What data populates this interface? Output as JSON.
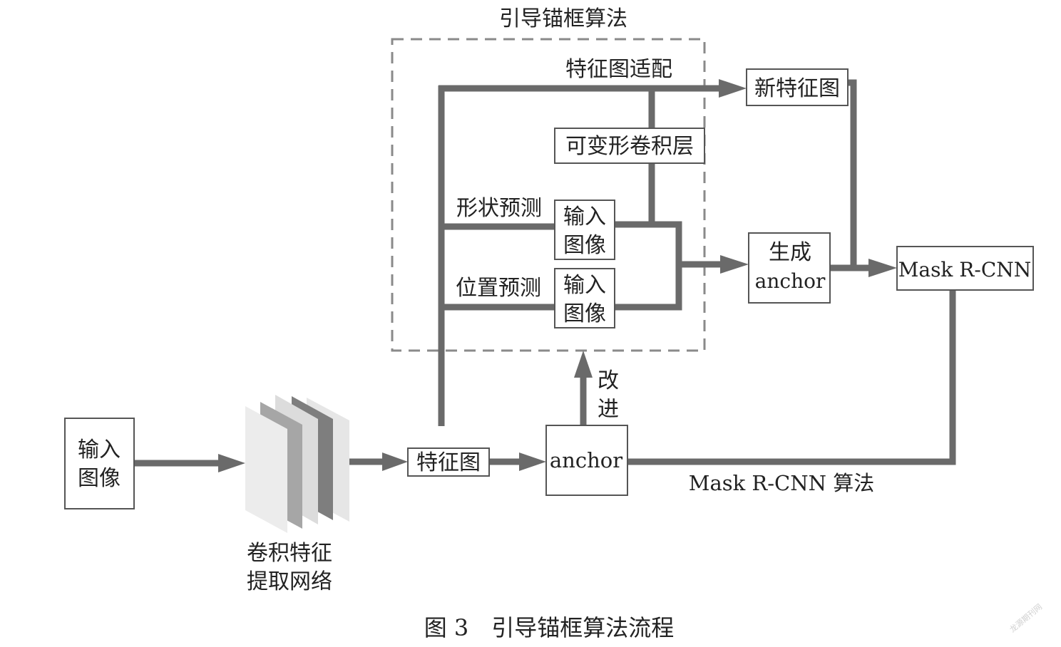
{
  "group_title": "引导锚框算法",
  "nodes": {
    "input_image": [
      "输入",
      "图像"
    ],
    "conv_network": [
      "卷积特征",
      "提取网络"
    ],
    "feature_map": "特征图",
    "anchor": "anchor",
    "deformable_conv": "可变形卷积层",
    "new_feature_map": "新特征图",
    "shape_input": [
      "输入",
      "图像"
    ],
    "location_input": [
      "输入",
      "图像"
    ],
    "generate_anchor": [
      "生成",
      "anchor"
    ],
    "mask_rcnn": "Mask R-CNN"
  },
  "edge_labels": {
    "feature_adapt": "特征图适配",
    "shape_pred": "形状预测",
    "location_pred": "位置预测",
    "improve": [
      "改",
      "进"
    ],
    "mask_rcnn_algo": "Mask R-CNN 算法"
  },
  "caption": "图 3　引导锚框算法流程",
  "watermark": "龙源期刊网",
  "colors": {
    "line": "#6a6a6a",
    "box_stroke": "#555555",
    "dash": "#8a8a8a"
  }
}
